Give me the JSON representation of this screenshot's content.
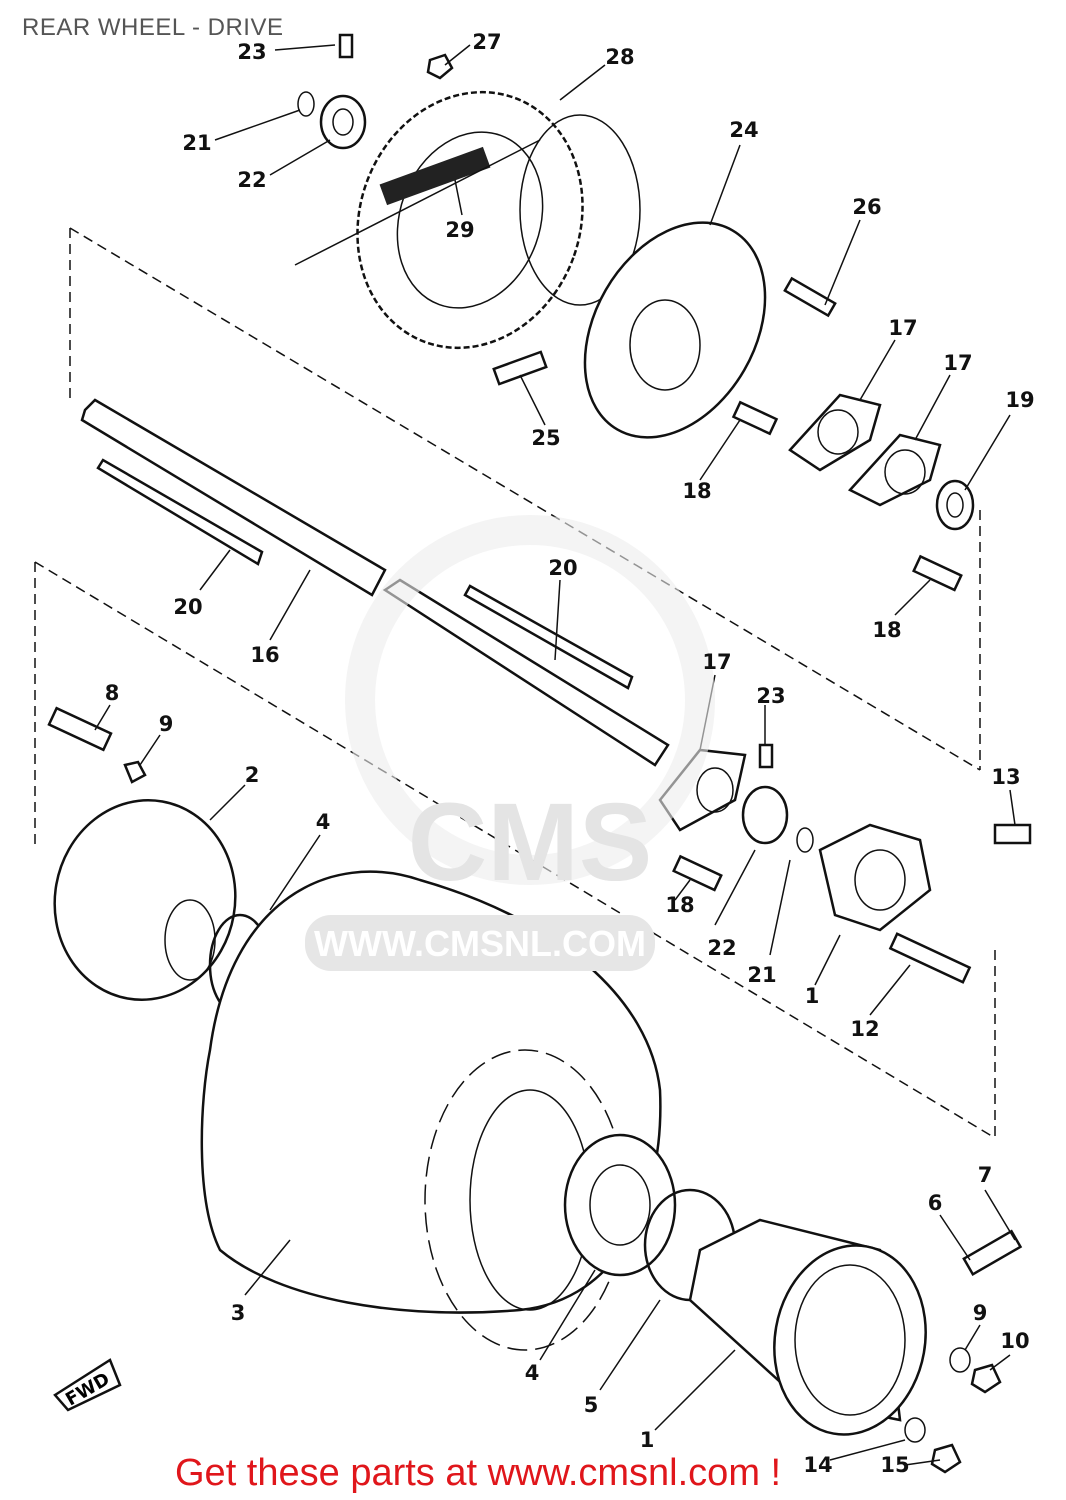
{
  "title": "REAR WHEEL - DRIVE",
  "footer": "Get these parts at www.cmsnl.com !",
  "watermark": {
    "brand": "CMS",
    "url": "WWW.CMSNL.COM"
  },
  "fwd_marker": "FWD",
  "callouts": [
    "23",
    "27",
    "28",
    "21",
    "22",
    "29",
    "24",
    "26",
    "17",
    "17",
    "19",
    "25",
    "18",
    "18",
    "20",
    "16",
    "20",
    "17",
    "23",
    "8",
    "9",
    "2",
    "4",
    "13",
    "18",
    "22",
    "21",
    "1",
    "12",
    "7",
    "6",
    "9",
    "10",
    "3",
    "4",
    "5",
    "1",
    "14",
    "15"
  ],
  "colors": {
    "footer": "#e0161b",
    "title": "#555555",
    "watermark": "#e6e6e6"
  }
}
